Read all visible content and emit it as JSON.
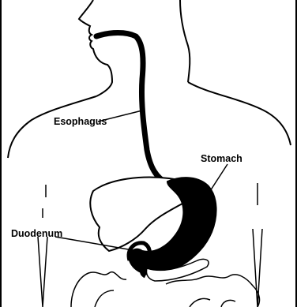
{
  "diagram": {
    "labels": {
      "esophagus": "Esophagus",
      "stomach": "Stomach",
      "duodenum": "Duodenum"
    },
    "colors": {
      "line": "#000000",
      "organ_fill": "#000000",
      "background": "#ffffff"
    }
  }
}
